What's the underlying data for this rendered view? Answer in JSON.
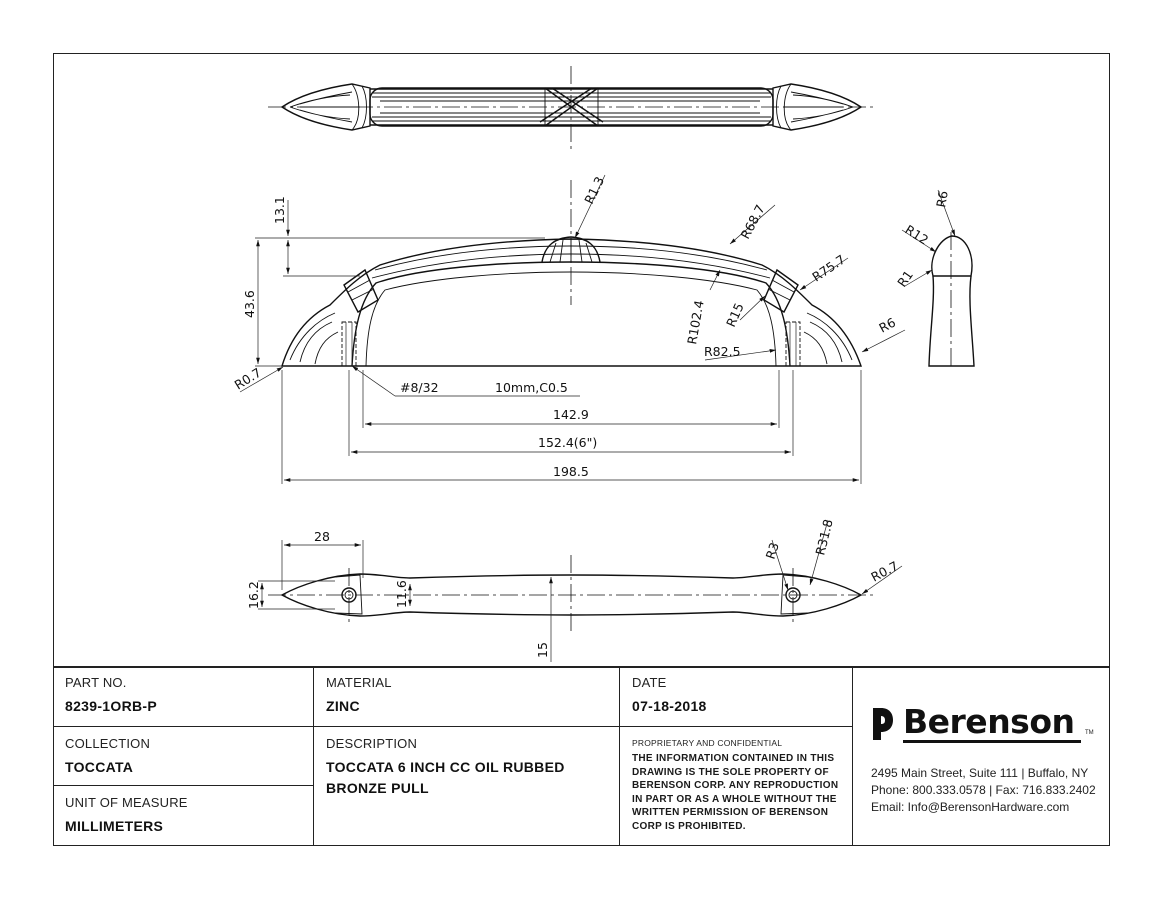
{
  "dimensions": {
    "r13": "R1.3",
    "r687": "R68.7",
    "r757": "R75.7",
    "r1024": "R102.4",
    "r15": "R15",
    "r825": "R82.5",
    "r6_side": "R6",
    "r07_left": "R0.7",
    "h131": "13.1",
    "h436": "43.6",
    "screw": "#8/32",
    "thread": "10mm,C0.5",
    "d1429": "142.9",
    "d1524": "152.4(6\")",
    "d1985": "198.5",
    "end_r6": "R6",
    "end_r12": "R12",
    "end_r1": "R1",
    "b28": "28",
    "b162": "16.2",
    "b116": "11.6",
    "b15": "15",
    "b_r3": "R3",
    "b_r318": "R31.8",
    "b_r07": "R0.7"
  },
  "title_block": {
    "part_no_label": "PART NO.",
    "part_no": "8239-1ORB-P",
    "material_label": "MATERIAL",
    "material": "ZINC",
    "date_label": "DATE",
    "date": "07-18-2018",
    "collection_label": "COLLECTION",
    "collection": "TOCCATA",
    "description_label": "DESCRIPTION",
    "description_line1": "TOCCATA 6 INCH CC OIL RUBBED",
    "description_line2": "BRONZE PULL",
    "uom_label": "UNIT OF MEASURE",
    "uom": "MILLIMETERS",
    "proprietary_label": "PROPRIETARY AND CONFIDENTIAL",
    "notice_lines": [
      "THE INFORMATION CONTAINED IN THIS",
      "DRAWING IS THE SOLE PROPERTY OF",
      "BERENSON CORP. ANY REPRODUCTION",
      "IN PART OR AS A WHOLE WITHOUT THE",
      "WRITTEN PERMISSION OF BERENSON",
      "CORP IS PROHIBITED."
    ],
    "brand": "Berenson",
    "tm": "TM",
    "address": "2495 Main Street, Suite 111 | Buffalo, NY",
    "phone": "Phone: 800.333.0578 | Fax: 716.833.2402",
    "email": "Email: Info@BerensonHardware.com"
  }
}
